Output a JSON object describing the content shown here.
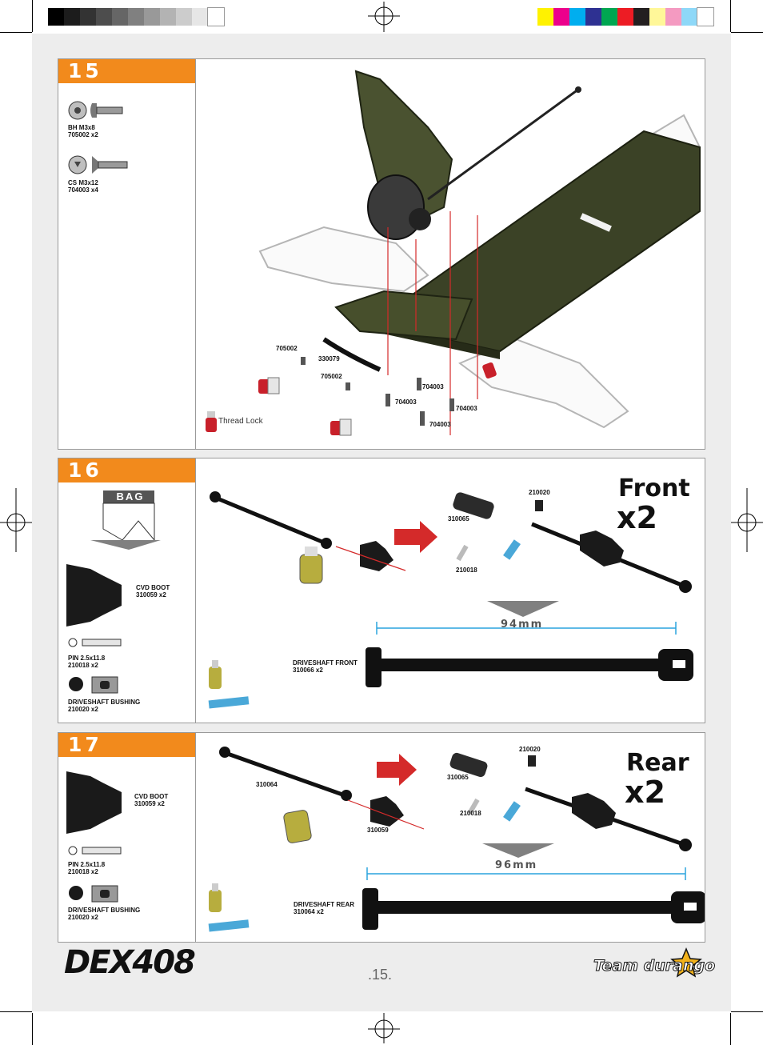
{
  "page_number": ".15.",
  "brand_logo": "DEX408",
  "team_logo": "Team durango",
  "swatches": {
    "gray": [
      "#000000",
      "#1c1c1c",
      "#333333",
      "#4d4d4d",
      "#666666",
      "#808080",
      "#999999",
      "#b3b3b3",
      "#cccccc",
      "#e6e6e6",
      "#ffffff"
    ],
    "color": [
      "#fff200",
      "#ec008c",
      "#00aeef",
      "#2e3192",
      "#00a651",
      "#ed1c24",
      "#231f20",
      "#fff799",
      "#f49ac1",
      "#8ed8f8",
      "#ffffff"
    ]
  },
  "accent_color": "#f28a1c",
  "steps": [
    {
      "number": "15",
      "parts": [
        {
          "line1": "BH  M3x8",
          "line2": "705002  x2"
        },
        {
          "line1": "CS M3x12",
          "line2": "704003  x4"
        }
      ],
      "callouts": [
        "705002",
        "330079",
        "705002",
        "704003",
        "704003",
        "704003",
        "704003"
      ],
      "thread_lock_label": "Thread Lock"
    },
    {
      "number": "16",
      "bag_label": "BAG",
      "parts": [
        {
          "line1": "CVD BOOT",
          "line2": "310059  x2"
        },
        {
          "line1": "PIN  2.5x11.8",
          "line2": "210018 x2"
        },
        {
          "line1": "DRIVESHAFT BUSHING",
          "line2": "210020  x2"
        }
      ],
      "callouts": [
        "210020",
        "310065",
        "210018"
      ],
      "position_label": "Front",
      "quantity_label": "x2",
      "dimension": "94mm",
      "driveshaft": {
        "line1": "DRIVESHAFT FRONT",
        "line2": "310066  x2"
      }
    },
    {
      "number": "17",
      "parts": [
        {
          "line1": "CVD BOOT",
          "line2": "310059  x2"
        },
        {
          "line1": "PIN  2.5x11.8",
          "line2": "210018  x2"
        },
        {
          "line1": "DRIVESHAFT BUSHING",
          "line2": "210020  x2"
        }
      ],
      "callouts": [
        "310064",
        "310059",
        "210020",
        "310065",
        "210018"
      ],
      "position_label": "Rear",
      "quantity_label": "x2",
      "dimension": "96mm",
      "driveshaft": {
        "line1": "DRIVESHAFT REAR",
        "line2": "310064  x2"
      }
    }
  ]
}
